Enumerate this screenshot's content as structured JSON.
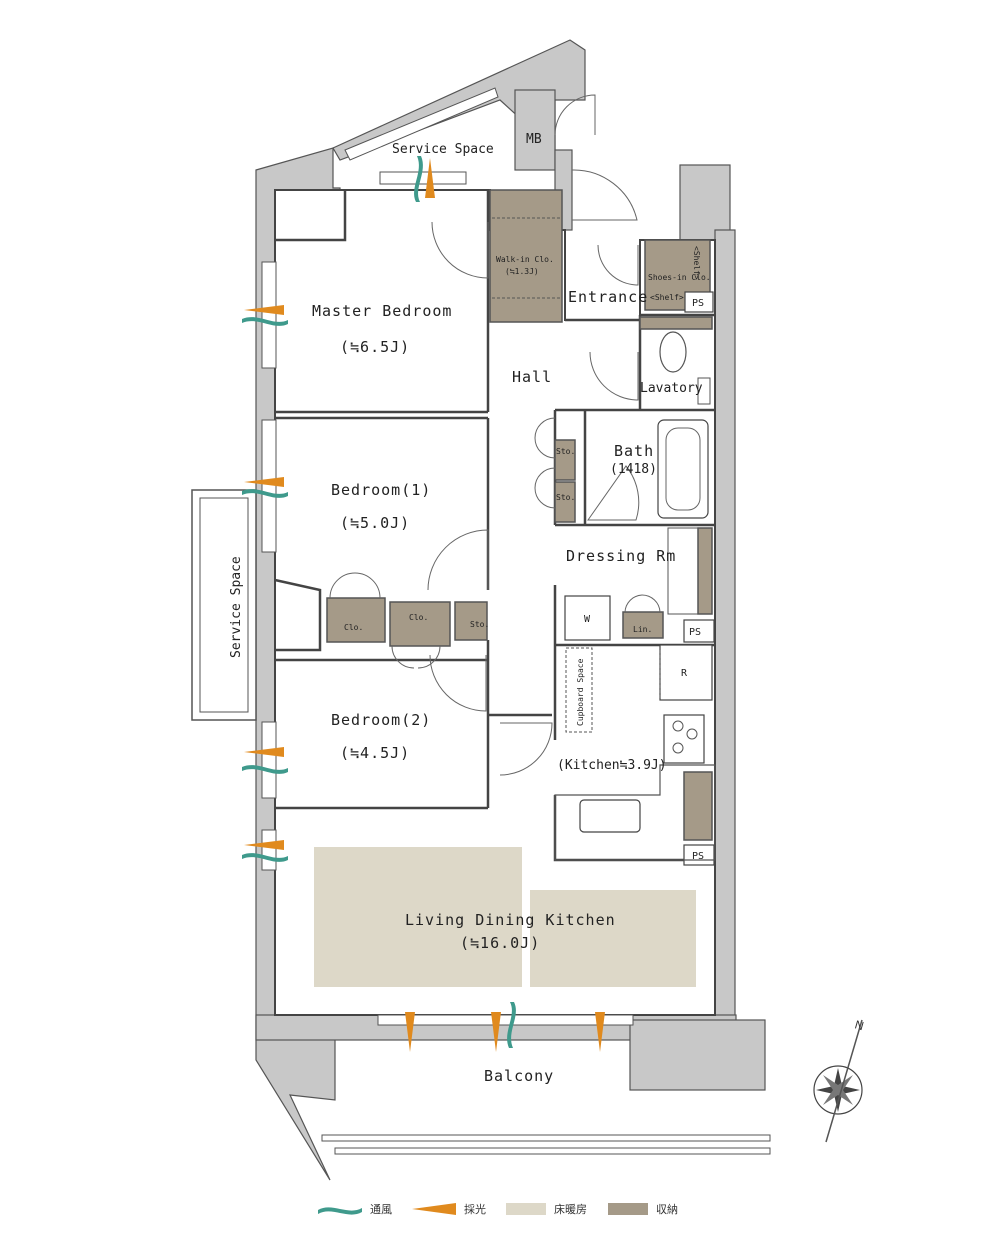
{
  "rooms": {
    "service_space_top": "Service Space",
    "mb": "MB",
    "walk_in_closet": "Walk-in Clo.",
    "walk_in_closet_size": "(≒1.3J)",
    "entrance": "Entrance",
    "shoes_in_closet": "Shoes-in Clo.",
    "shelf": "<Shelf>",
    "shelf_vertical": "<Shelf>",
    "ps": "PS",
    "master_bedroom": "Master Bedroom",
    "master_bedroom_size": "(≒6.5J)",
    "hall": "Hall",
    "lavatory": "Lavatory",
    "bath": "Bath",
    "bath_size": "(1418)",
    "sto": "Sto.",
    "bedroom1": "Bedroom(1)",
    "bedroom1_size": "(≒5.0J)",
    "dressing_room": "Dressing Rm",
    "washer": "W",
    "linen": "Lin.",
    "service_space_side": "Service Space",
    "closet": "Clo.",
    "cupboard_space": "Cupboard Space",
    "refrigerator": "R",
    "bedroom2": "Bedroom(2)",
    "bedroom2_size": "(≒4.5J)",
    "kitchen": "(Kitchen≒3.9J)",
    "ldk": "Living Dining Kitchen",
    "ldk_size": "(≒16.0J)",
    "balcony": "Balcony",
    "compass_north": "N"
  },
  "legend": [
    {
      "label": "通風",
      "color": "#3f9a8c",
      "icon": "ventilation-icon"
    },
    {
      "label": "採光",
      "color": "#e08a1e",
      "icon": "daylight-icon"
    },
    {
      "label": "床暖房",
      "color": "#ddd8c8",
      "icon": "floor-heating-swatch"
    },
    {
      "label": "収納",
      "color": "#a59a88",
      "icon": "storage-swatch"
    }
  ]
}
